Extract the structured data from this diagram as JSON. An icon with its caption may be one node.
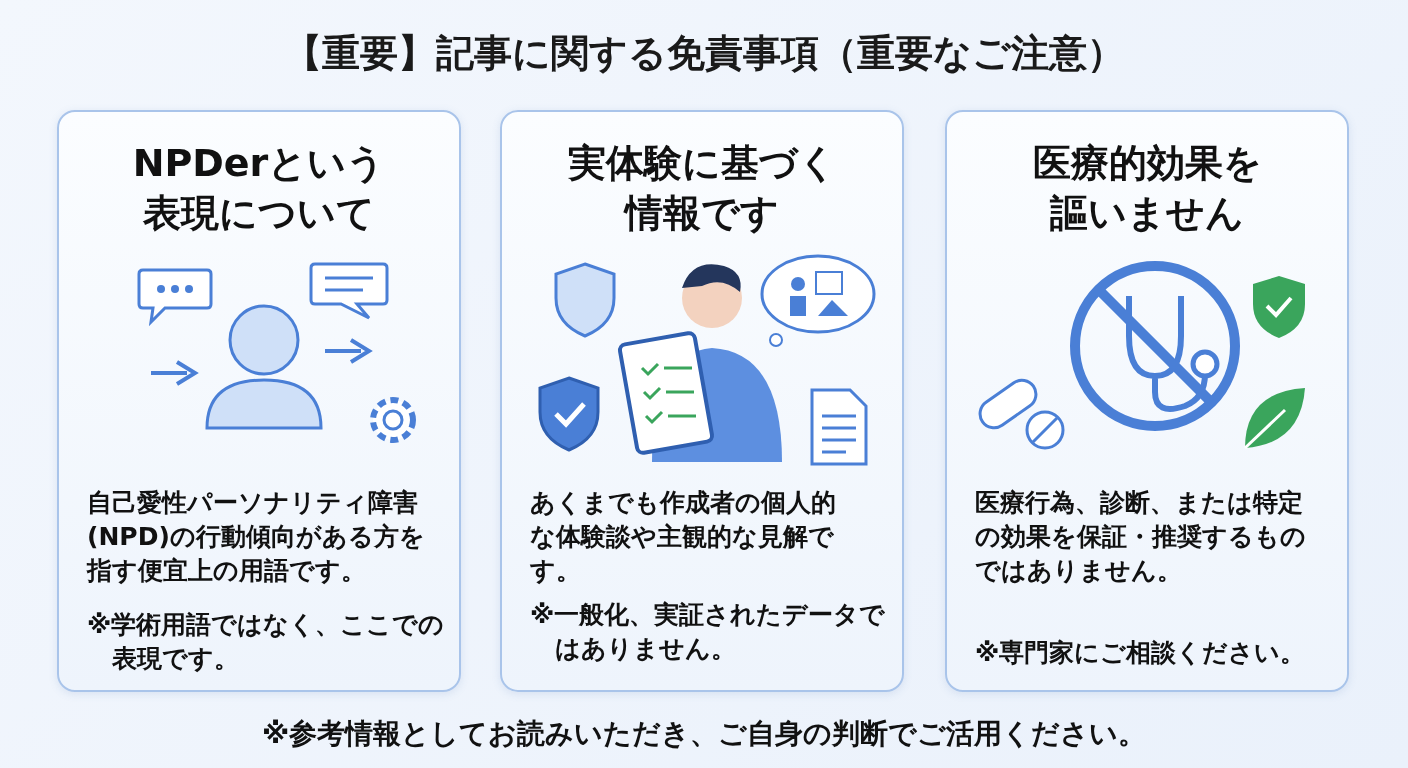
{
  "diagram": {
    "title": "【重要】記事に関する免責事項（重要なご注意）",
    "caption": "※参考情報としてお読みいただき、ご自身の判断でご活用ください。",
    "nodes": [
      {
        "text": [
          "NPDerという表現について",
          "自己愛性パーソナリティ障害(NPD)の行動傾向がある方を指す便宜上の用語です。",
          "※学術用語ではなく、ここでの表現です。"
        ]
      },
      {
        "text": [
          "実体験に基づく情報です",
          "あくまでも作成者の個人的な体験談や主観的な見解です。",
          "※一般化、実証されたデータではありません。"
        ]
      },
      {
        "text": [
          "医療的効果を謳いません",
          "医療行為、診断、または特定の効果を保証・推奨するものではありません。",
          "※専門家にご相談ください。"
        ]
      }
    ],
    "edges": []
  }
}
